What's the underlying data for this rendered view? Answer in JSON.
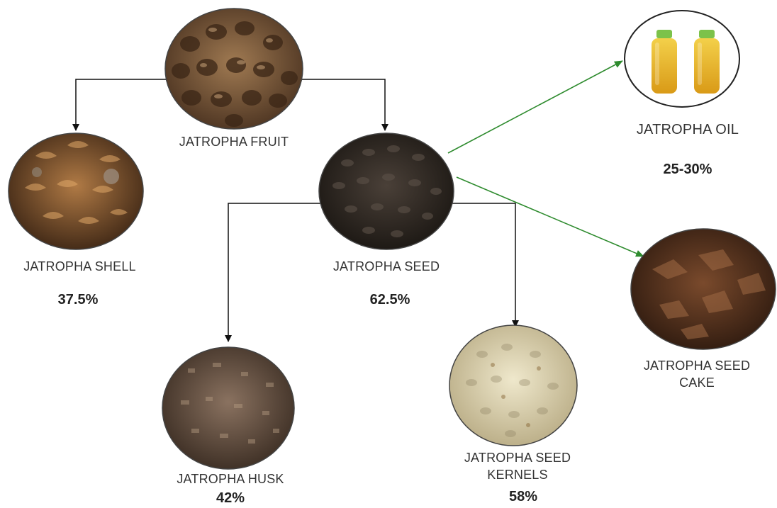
{
  "nodes": {
    "fruit": {
      "label": "JATROPHA FRUIT"
    },
    "shell": {
      "label": "JATROPHA SHELL",
      "percent": "37.5%"
    },
    "seed": {
      "label": "JATROPHA SEED",
      "percent": "62.5%"
    },
    "husk": {
      "label": "JATROPHA HUSK",
      "percent": "42%"
    },
    "kernels": {
      "label_line1": "JATROPHA SEED",
      "label_line2": "KERNELS",
      "percent": "58%"
    },
    "oil": {
      "label": "JATROPHA  OIL",
      "percent": "25-30%"
    },
    "cake": {
      "label_line1": "JATROPHA SEED",
      "label_line2": "CAKE"
    }
  },
  "colors": {
    "arrow_black": "#111111",
    "arrow_green": "#2e8b2e",
    "fruit": "#6b4a2b",
    "shell": "#8a5a30",
    "seed": "#2f2a25",
    "husk": "#6b5646",
    "kernels": "#d8cfae",
    "cake": "#5a3420",
    "oil": "#e9b92b",
    "cap": "#7cc24a"
  }
}
